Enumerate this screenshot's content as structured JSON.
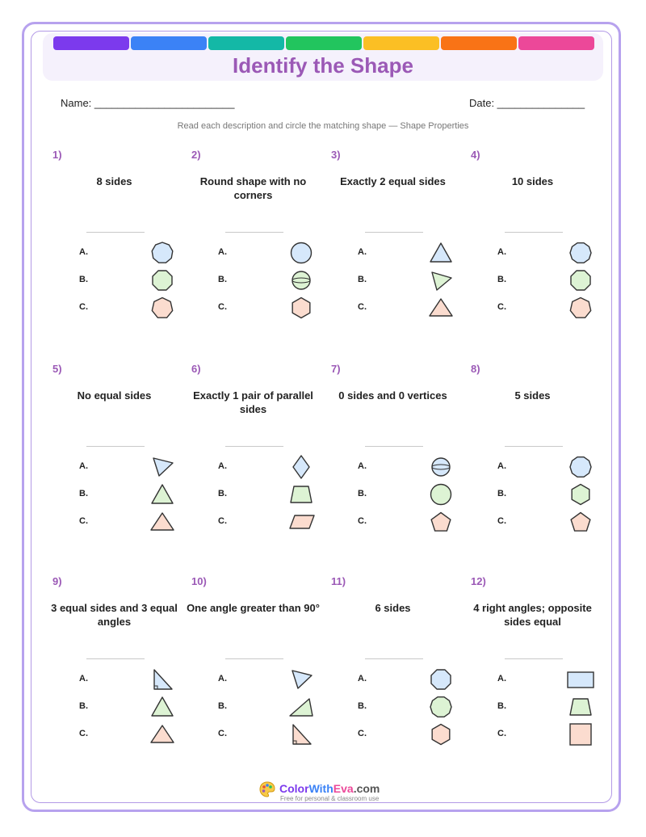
{
  "colors": {
    "purple": "#9b59b6",
    "stripe": [
      "#7c3aed",
      "#3b82f6",
      "#14b8a6",
      "#22c55e",
      "#fbbf24",
      "#f97316",
      "#ec4899"
    ],
    "fill_blue": "#d6e8fb",
    "fill_green": "#ddf3d4",
    "fill_peach": "#fbdccf",
    "stroke": "#333333"
  },
  "header": {
    "title": "Identify the Shape",
    "name_label": "Name: ________________________",
    "date_label": "Date: _______________",
    "instructions": "Read each description and circle the matching shape — Shape Properties"
  },
  "problems": [
    {
      "number": "1)",
      "description": "8 sides",
      "options": [
        {
          "letter": "A.",
          "shape": "nonagon-icon",
          "fill": "blue"
        },
        {
          "letter": "B.",
          "shape": "octagon-icon",
          "fill": "green"
        },
        {
          "letter": "C.",
          "shape": "heptagon-icon",
          "fill": "peach"
        }
      ]
    },
    {
      "number": "2)",
      "description": "Round shape with no corners",
      "options": [
        {
          "letter": "A.",
          "shape": "circle-icon",
          "fill": "blue"
        },
        {
          "letter": "B.",
          "shape": "sphere-icon",
          "fill": "green"
        },
        {
          "letter": "C.",
          "shape": "hexagon-icon",
          "fill": "peach"
        }
      ]
    },
    {
      "number": "3)",
      "description": "Exactly 2 equal sides",
      "options": [
        {
          "letter": "A.",
          "shape": "equilateral-triangle-icon",
          "fill": "blue"
        },
        {
          "letter": "B.",
          "shape": "right-pointing-triangle-icon",
          "fill": "green"
        },
        {
          "letter": "C.",
          "shape": "isosceles-triangle-icon",
          "fill": "peach"
        }
      ]
    },
    {
      "number": "4)",
      "description": "10 sides",
      "options": [
        {
          "letter": "A.",
          "shape": "decagon-icon",
          "fill": "blue"
        },
        {
          "letter": "B.",
          "shape": "octagon-icon",
          "fill": "green"
        },
        {
          "letter": "C.",
          "shape": "heptagon-icon",
          "fill": "peach"
        }
      ]
    },
    {
      "number": "5)",
      "description": "No equal sides",
      "options": [
        {
          "letter": "A.",
          "shape": "scalene-triangle-icon",
          "fill": "blue"
        },
        {
          "letter": "B.",
          "shape": "equilateral-triangle-icon",
          "fill": "green"
        },
        {
          "letter": "C.",
          "shape": "isosceles-triangle-icon",
          "fill": "peach"
        }
      ]
    },
    {
      "number": "6)",
      "description": "Exactly 1 pair of parallel sides",
      "options": [
        {
          "letter": "A.",
          "shape": "rhombus-icon",
          "fill": "blue"
        },
        {
          "letter": "B.",
          "shape": "trapezoid-icon",
          "fill": "green"
        },
        {
          "letter": "C.",
          "shape": "parallelogram-icon",
          "fill": "peach"
        }
      ]
    },
    {
      "number": "7)",
      "description": "0 sides and 0 vertices",
      "options": [
        {
          "letter": "A.",
          "shape": "sphere-icon",
          "fill": "blue"
        },
        {
          "letter": "B.",
          "shape": "circle-icon",
          "fill": "green"
        },
        {
          "letter": "C.",
          "shape": "pentagon-icon",
          "fill": "peach"
        }
      ]
    },
    {
      "number": "8)",
      "description": "5 sides",
      "options": [
        {
          "letter": "A.",
          "shape": "decagon-icon",
          "fill": "blue"
        },
        {
          "letter": "B.",
          "shape": "hexagon-icon",
          "fill": "green"
        },
        {
          "letter": "C.",
          "shape": "pentagon-icon",
          "fill": "peach"
        }
      ]
    },
    {
      "number": "9)",
      "description": "3 equal sides and 3 equal angles",
      "options": [
        {
          "letter": "A.",
          "shape": "right-triangle-icon",
          "fill": "blue"
        },
        {
          "letter": "B.",
          "shape": "equilateral-triangle-icon",
          "fill": "green"
        },
        {
          "letter": "C.",
          "shape": "isosceles-triangle-icon",
          "fill": "peach"
        }
      ]
    },
    {
      "number": "10)",
      "description": "One angle greater than 90°",
      "options": [
        {
          "letter": "A.",
          "shape": "scalene-triangle-icon",
          "fill": "blue"
        },
        {
          "letter": "B.",
          "shape": "obtuse-triangle-icon",
          "fill": "green"
        },
        {
          "letter": "C.",
          "shape": "right-triangle-icon",
          "fill": "peach"
        }
      ]
    },
    {
      "number": "11)",
      "description": "6 sides",
      "options": [
        {
          "letter": "A.",
          "shape": "octagon-icon",
          "fill": "blue"
        },
        {
          "letter": "B.",
          "shape": "decagon-icon",
          "fill": "green"
        },
        {
          "letter": "C.",
          "shape": "hexagon-icon",
          "fill": "peach"
        }
      ]
    },
    {
      "number": "12)",
      "description": "4 right angles; opposite sides equal",
      "options": [
        {
          "letter": "A.",
          "shape": "rectangle-icon",
          "fill": "blue"
        },
        {
          "letter": "B.",
          "shape": "trapezoid-icon",
          "fill": "green"
        },
        {
          "letter": "C.",
          "shape": "square-icon",
          "fill": "peach"
        }
      ]
    }
  ],
  "footer": {
    "brand_color": "Color",
    "brand_with": "With",
    "brand_eva": "Eva",
    "brand_com": ".com",
    "tagline": "Free for personal & classroom use"
  }
}
